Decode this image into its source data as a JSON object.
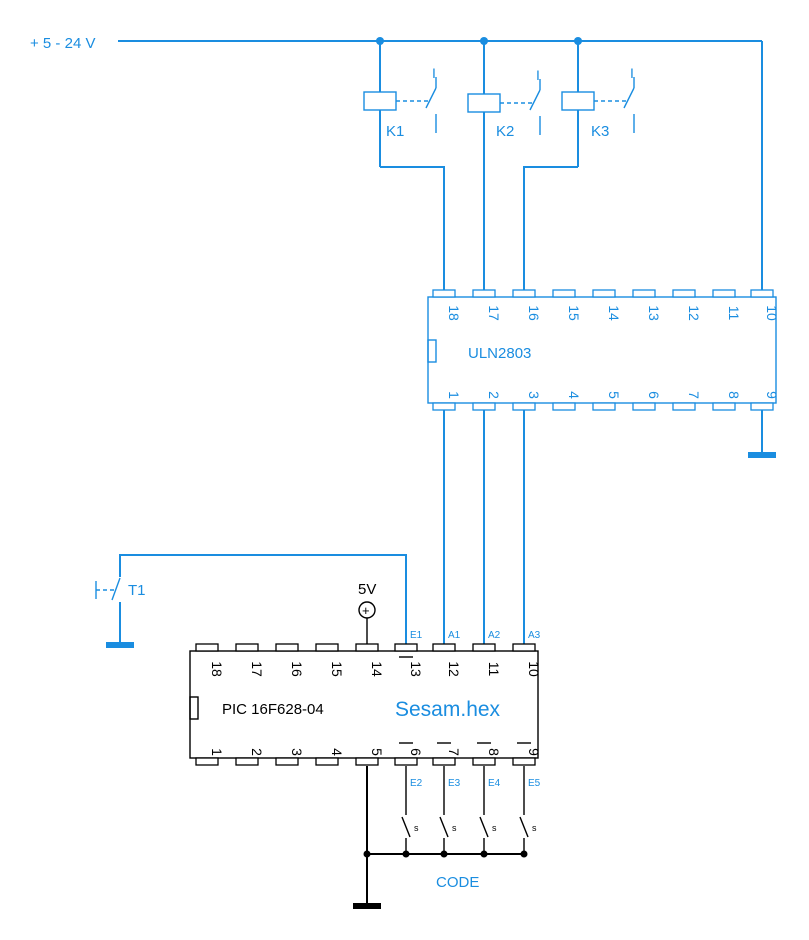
{
  "supply": {
    "label": "+ 5 - 24 V"
  },
  "relays": [
    {
      "label": "K1",
      "contact_mark": "I"
    },
    {
      "label": "K2",
      "contact_mark": "I"
    },
    {
      "label": "K3",
      "contact_mark": "I"
    }
  ],
  "driver": {
    "name": "ULN2803",
    "top_pins": [
      "18",
      "17",
      "16",
      "15",
      "14",
      "13",
      "12",
      "11",
      "10"
    ],
    "bottom_pins": [
      "1",
      "2",
      "3",
      "4",
      "5",
      "6",
      "7",
      "8",
      "9"
    ]
  },
  "mcu": {
    "name": "PIC 16F628-04",
    "firmware": "Sesam.hex",
    "top_pins": [
      "18",
      "17",
      "16",
      "15",
      "14",
      "13",
      "12",
      "11",
      "10"
    ],
    "bottom_pins": [
      "1",
      "2",
      "3",
      "4",
      "5",
      "6",
      "7",
      "8",
      "9"
    ],
    "top_signals": [
      "E1",
      "A1",
      "A2",
      "A3"
    ],
    "bottom_signals": [
      "E2",
      "E3",
      "E4",
      "E5"
    ],
    "vcc_label": "5V",
    "vcc_symbol": "+"
  },
  "pushbutton": {
    "label": "T1"
  },
  "code_switches": {
    "label": "CODE",
    "switch_mark": "s"
  },
  "colors": {
    "wire": "#1a8de0",
    "component": "#000000"
  }
}
